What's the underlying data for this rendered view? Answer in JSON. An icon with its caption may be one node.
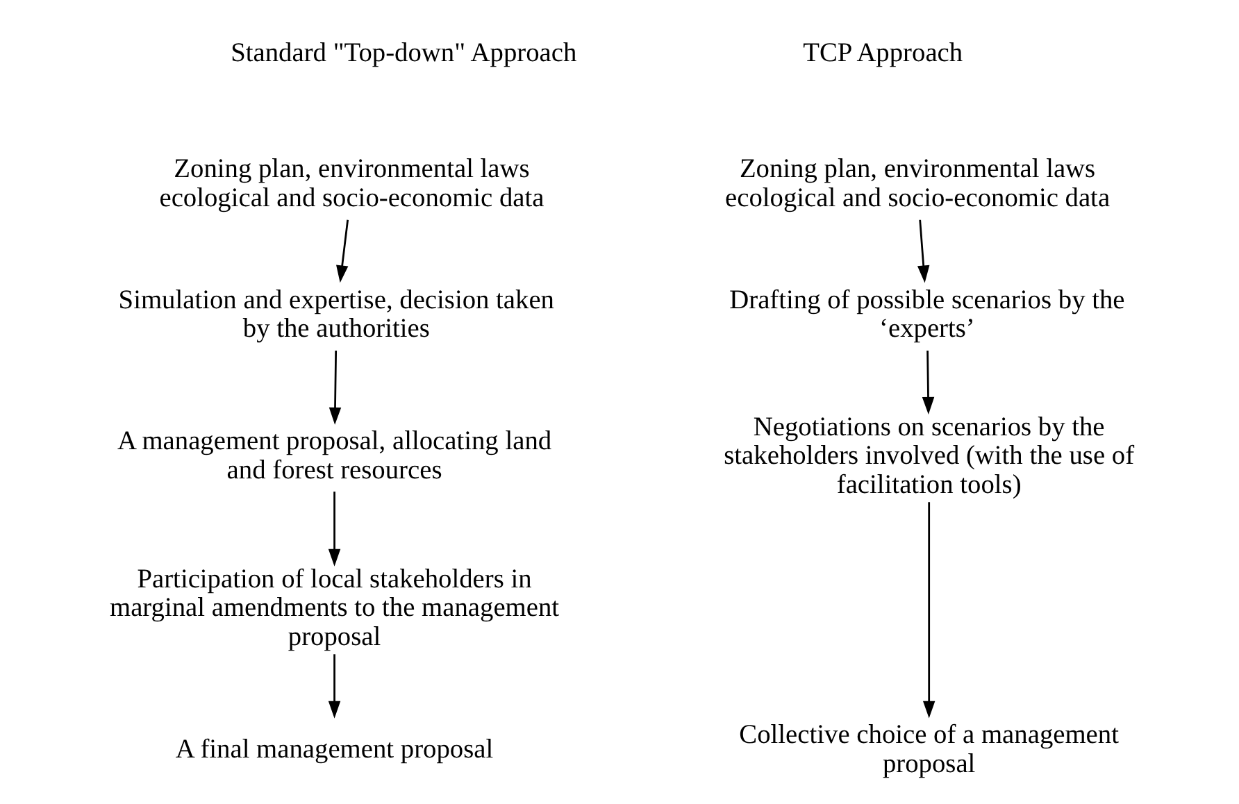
{
  "diagram": {
    "nodes": [
      {
        "text": [
          "Zoning plan, environmental laws ecological and socio-economic data"
        ]
      },
      {
        "text": [
          "Simulation and expertise, decision taken by the authorities"
        ]
      },
      {
        "text": [
          "A management proposal, allocating land and forest resources"
        ]
      },
      {
        "text": [
          "Participation of local stakeholders in marginal amendments to the management proposal"
        ]
      },
      {
        "text": [
          "A final management proposal"
        ]
      },
      {
        "text": [
          "Zoning plan, environmental laws ecological and socio-economic data"
        ]
      },
      {
        "text": [
          "Drafting of possible scenarios by the ‘experts’"
        ]
      },
      {
        "text": [
          "Negotiations on scenarios by the stakeholders involved (with the use of facilitation tools)"
        ]
      },
      {
        "text": [
          "Collective choice of a management proposal"
        ]
      }
    ],
    "edges": [
      {
        "from": 0,
        "to": 1,
        "arrow": "to"
      },
      {
        "from": 1,
        "to": 2,
        "arrow": "to"
      },
      {
        "from": 2,
        "to": 3,
        "arrow": "to"
      },
      {
        "from": 3,
        "to": 4,
        "arrow": "to"
      },
      {
        "from": 5,
        "to": 6,
        "arrow": "to"
      },
      {
        "from": 6,
        "to": 7,
        "arrow": "to"
      },
      {
        "from": 7,
        "to": 8,
        "arrow": "to"
      }
    ],
    "labels": [
      "Standard \"Top-down\" Approach",
      "TCP Approach"
    ]
  }
}
